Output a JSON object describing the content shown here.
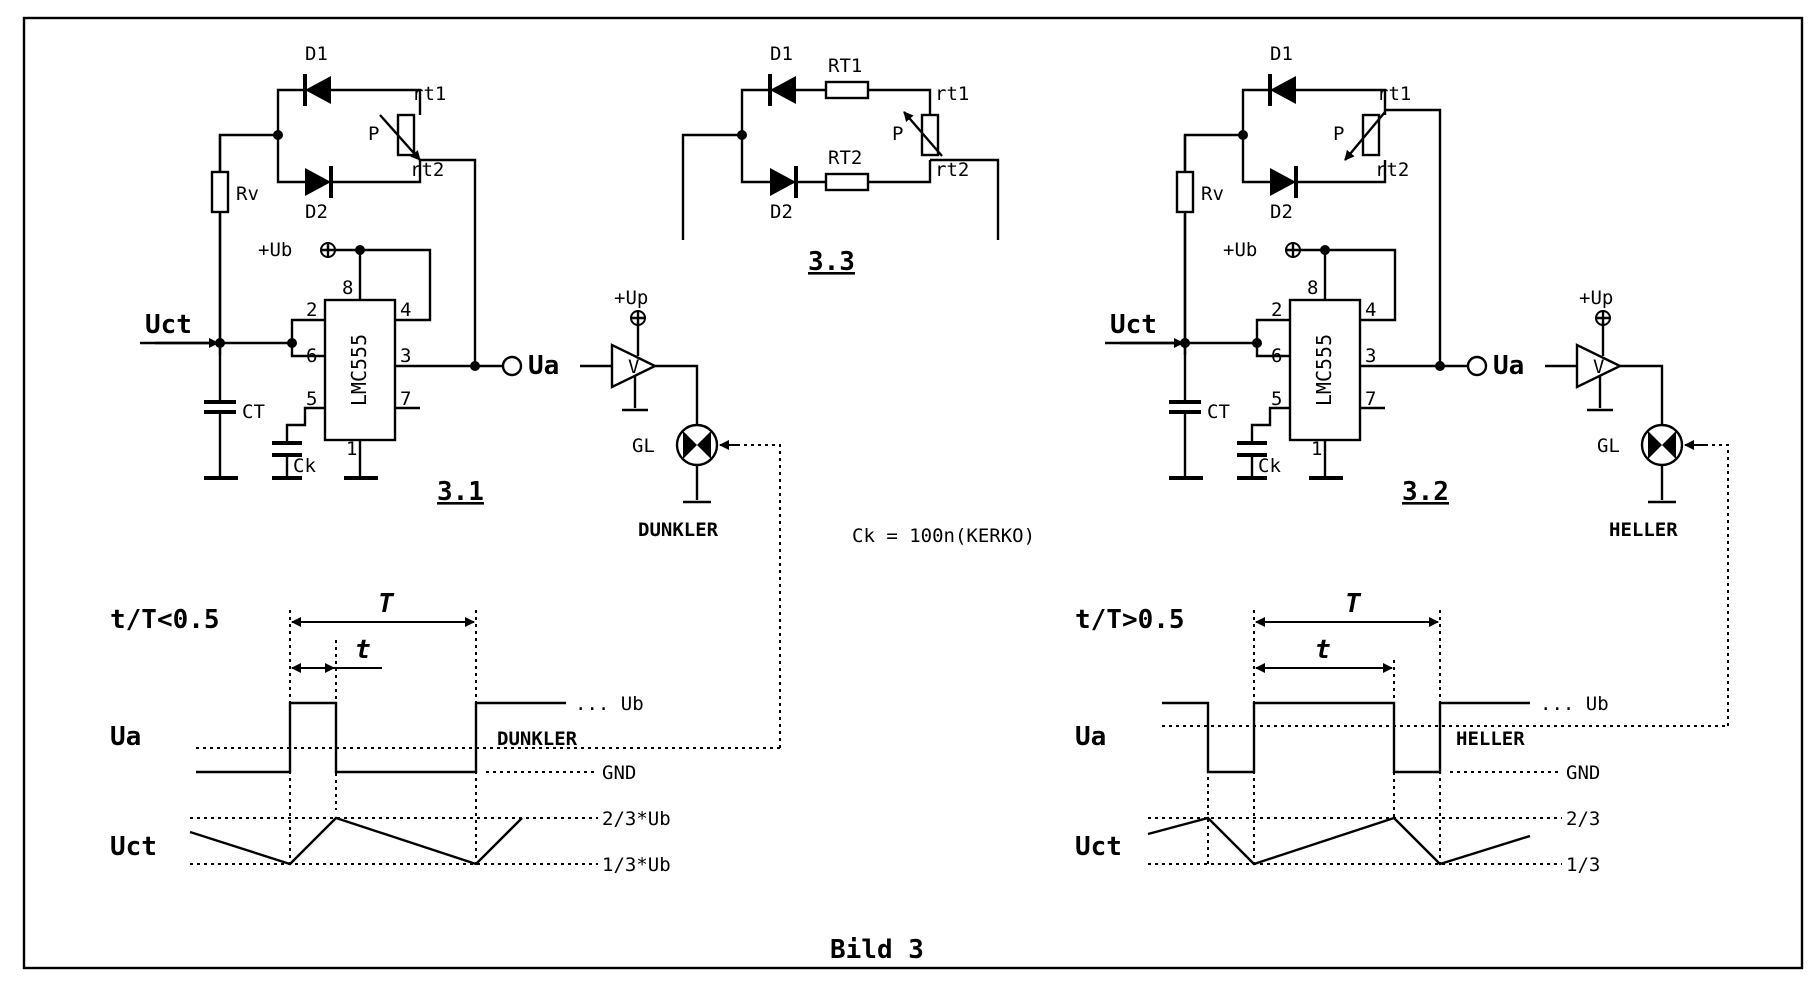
{
  "figure": {
    "caption": "Bild 3",
    "note": "Ck = 100n(KERKO)"
  },
  "circuit_1": {
    "section": "3.1",
    "ic_label": "LMC555",
    "diode_top": "D1",
    "diode_bottom": "D2",
    "pot": "P",
    "pot_top": "rt1",
    "pot_bottom": "rt2",
    "resistor": "Rv",
    "supply": "+Ub",
    "input": "Uct",
    "output": "Ua",
    "cap_timing": "CT",
    "cap_control": "Ck",
    "pins": {
      "p2": "2",
      "p4": "4",
      "p6": "6",
      "p3": "3",
      "p5": "5",
      "p7": "7",
      "p8": "8",
      "p1": "1"
    },
    "amp_supply": "+Up",
    "lamp": "GL",
    "result": "DUNKLER"
  },
  "circuit_2": {
    "section": "3.2",
    "ic_label": "LMC555",
    "diode_top": "D1",
    "diode_bottom": "D2",
    "pot": "P",
    "pot_top": "rt1",
    "pot_bottom": "rt2",
    "resistor": "Rv",
    "supply": "+Ub",
    "input": "Uct",
    "output": "Ua",
    "cap_timing": "CT",
    "cap_control": "Ck",
    "pins": {
      "p2": "2",
      "p4": "4",
      "p6": "6",
      "p3": "3",
      "p5": "5",
      "p7": "7",
      "p8": "8",
      "p1": "1"
    },
    "amp_supply": "+Up",
    "lamp": "GL",
    "result": "HELLER"
  },
  "circuit_3": {
    "section": "3.3",
    "diode_top": "D1",
    "diode_bottom": "D2",
    "res_top": "RT1",
    "res_bottom": "RT2",
    "pot": "P",
    "pot_top": "rt1",
    "pot_bottom": "rt2"
  },
  "timing_1": {
    "condition": "t/T<0.5",
    "period": "T",
    "pulse": "t",
    "ua": "Ua",
    "uct": "Uct",
    "level_ub": "... Ub",
    "level_gnd": "GND",
    "level_high": "2/3*Ub",
    "level_low": "1/3*Ub",
    "result": "DUNKLER"
  },
  "timing_2": {
    "condition": "t/T>0.5",
    "period": "T",
    "pulse": "t",
    "ua": "Ua",
    "uct": "Uct",
    "level_ub": "... Ub",
    "level_gnd": "GND",
    "level_high": "2/3",
    "level_low": "1/3",
    "result": "HELLER"
  }
}
